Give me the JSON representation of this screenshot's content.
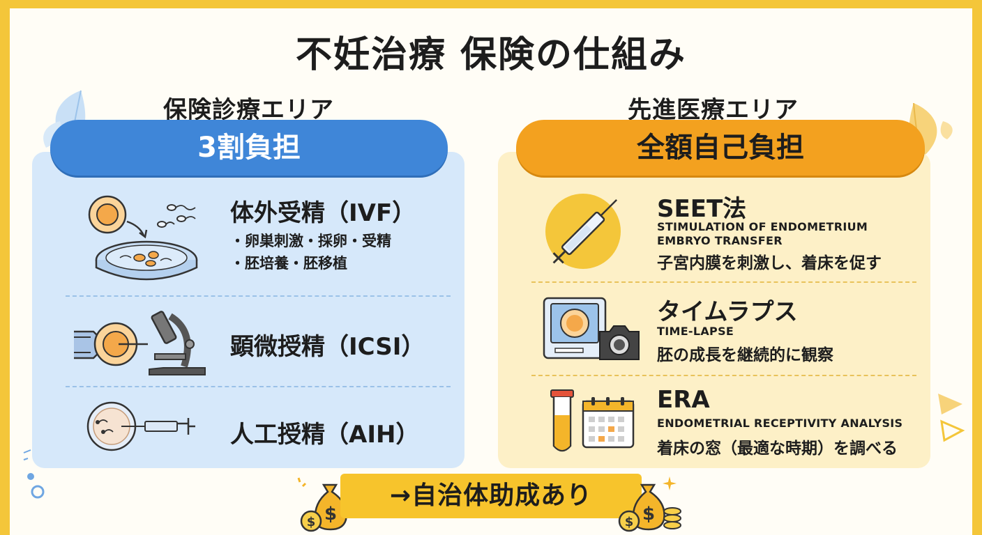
{
  "title": "不妊治療 保険の仕組み",
  "left": {
    "area_label": "保険診療エリア",
    "pill": "3割負担",
    "items": [
      {
        "title": "体外受精（IVF）",
        "details": [
          "・卵巣刺激・採卵・受精",
          "・胚培養・胚移植"
        ]
      },
      {
        "title": "顕微授精（ICSI）"
      },
      {
        "title": "人工授精（AIH）"
      }
    ]
  },
  "right": {
    "area_label": "先進医療エリア",
    "pill": "全額自己負担",
    "items": [
      {
        "title": "SEET法",
        "en": [
          "STIMULATION OF ENDOMETRIUM",
          "EMBRYO TRANSFER"
        ],
        "desc": "子宮内膜を刺激し、着床を促す"
      },
      {
        "title": "タイムラプス",
        "en": [
          "TIME-LAPSE"
        ],
        "desc": "胚の成長を継続的に観察"
      },
      {
        "title": "ERA",
        "en": [
          "ENDOMETRIAL RECEPTIVITY ANALYSIS"
        ],
        "desc": "着床の窓（最適な時期）を調べる"
      }
    ]
  },
  "banner": "→自治体助成あり",
  "icons": [
    "petri-dish-icon",
    "microscope-icon",
    "syringe-icon",
    "time-lapse-monitor-icon",
    "camera-icon",
    "test-tube-icon",
    "calendar-icon",
    "money-bag-icon"
  ],
  "colors": {
    "background": "#f4c63a",
    "blue_pill": "#3f86d8",
    "orange_pill": "#f3a11f",
    "blue_panel": "#d6e8fa",
    "gold_panel": "#fdf0c7"
  }
}
